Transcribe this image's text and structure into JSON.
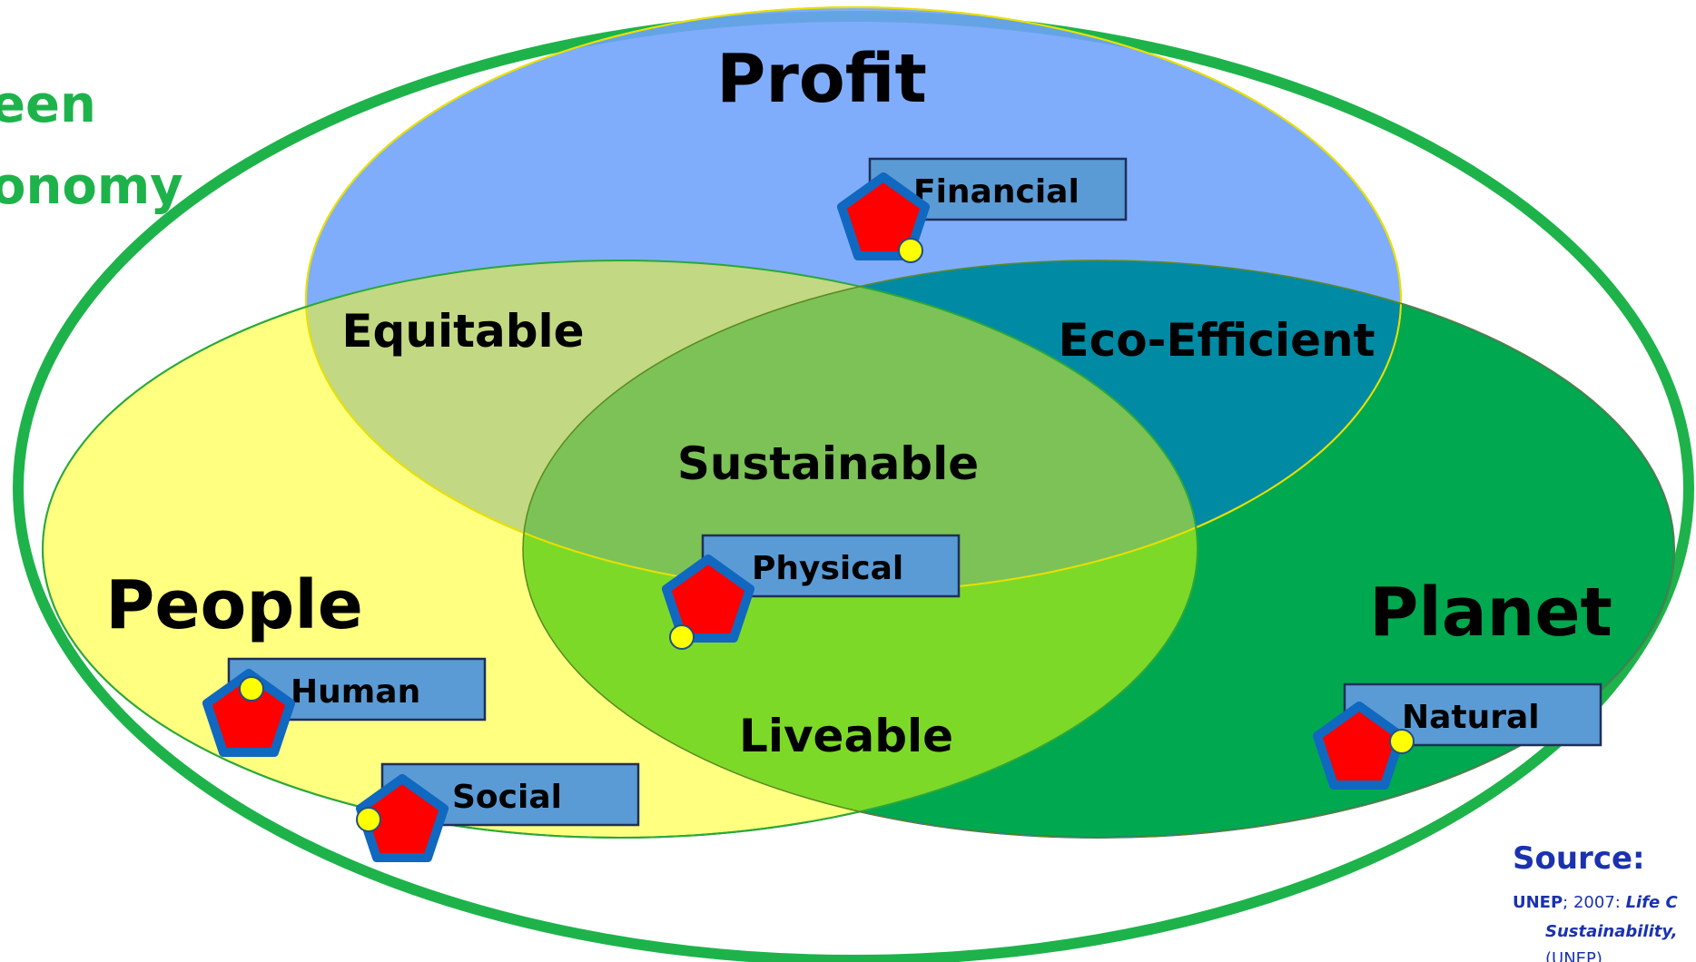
{
  "title_lines": [
    "een",
    "onomy"
  ],
  "circles": {
    "profit": "Profit",
    "people": "People",
    "planet": "Planet"
  },
  "overlaps": {
    "equitable": "Equitable",
    "eco_efficient": "Eco-Efficient",
    "sustainable": "Sustainable",
    "liveable": "Liveable"
  },
  "capitals": {
    "financial": "Financial",
    "physical": "Physical",
    "human": "Human",
    "social": "Social",
    "natural": "Natural"
  },
  "source": {
    "heading": "Source:",
    "org": "UNEP",
    "year": "; 2007: ",
    "title_start": "Life C",
    "line2": "Sustainability,",
    "line3": "(UNEP)"
  },
  "colors": {
    "outer_ring": "#1db34a",
    "profit_fill": "#6ea2fb",
    "people_fill": "#ffff80",
    "planet_fill": "#00a94f",
    "sustainable_fill": "#7cc63a",
    "box_fill": "#5b9bd5",
    "pentagon_fill": "#ff0000",
    "pentagon_stroke": "#1068c0",
    "dot_fill": "#ffff00"
  }
}
